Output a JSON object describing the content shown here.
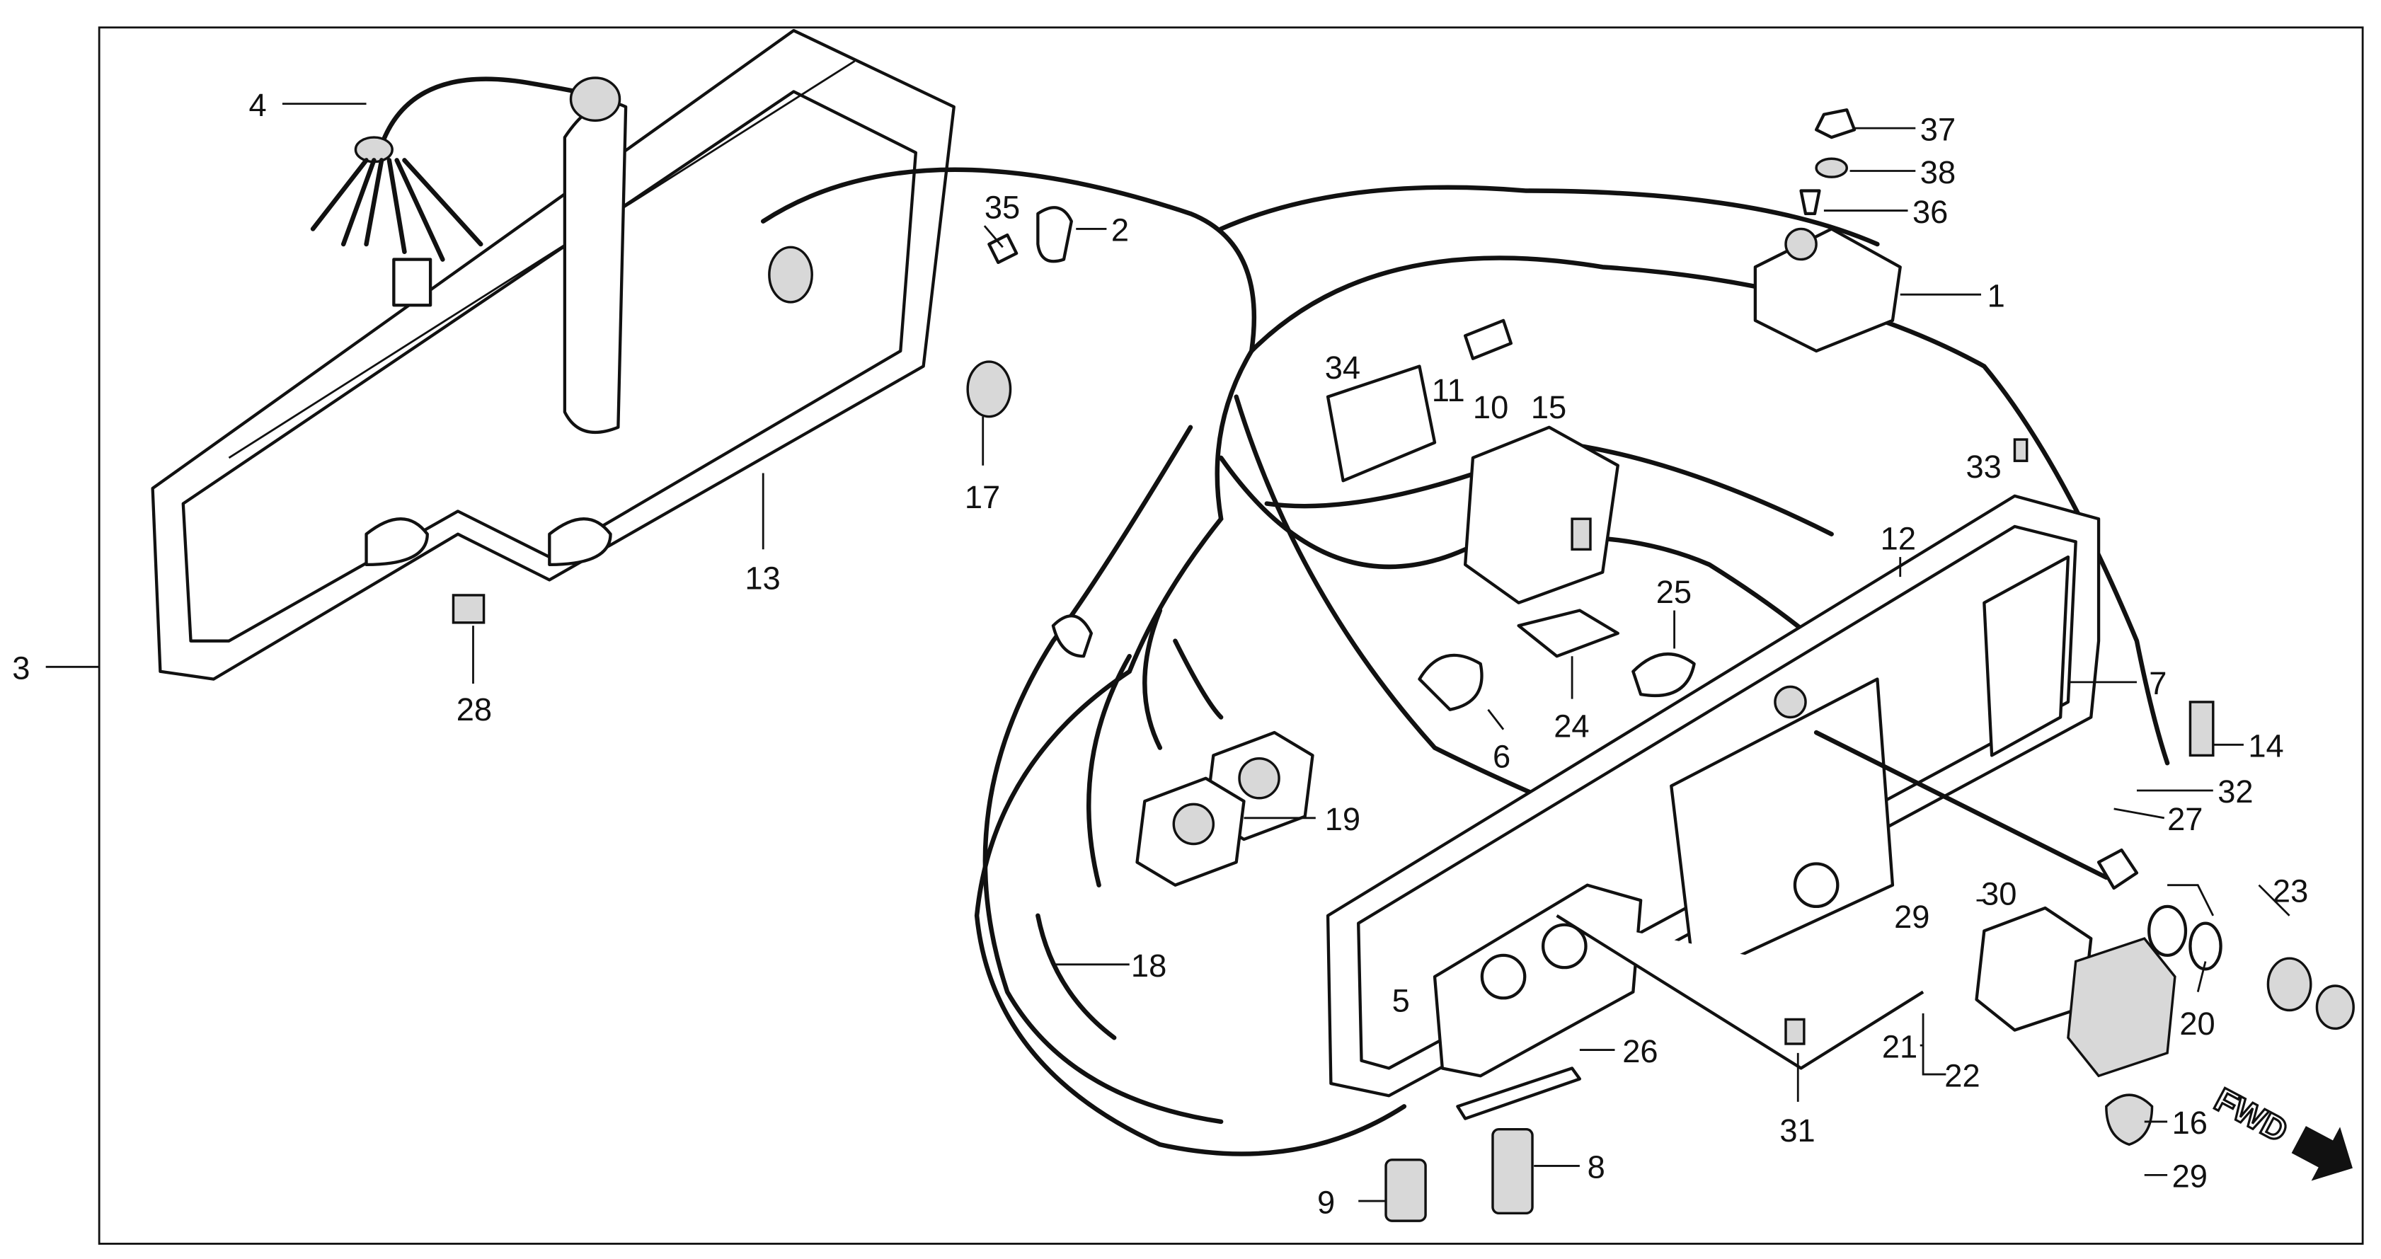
{
  "diagram": {
    "callouts": [
      "4",
      "35",
      "2",
      "37",
      "38",
      "36",
      "1",
      "34",
      "11",
      "10",
      "15",
      "17",
      "13",
      "33",
      "12",
      "25",
      "3",
      "28",
      "7",
      "14",
      "6",
      "24",
      "32",
      "27",
      "19",
      "23",
      "30",
      "29",
      "18",
      "5",
      "20",
      "21",
      "22",
      "26",
      "31",
      "16",
      "29",
      "9",
      "8"
    ],
    "direction_label": "FWD"
  }
}
